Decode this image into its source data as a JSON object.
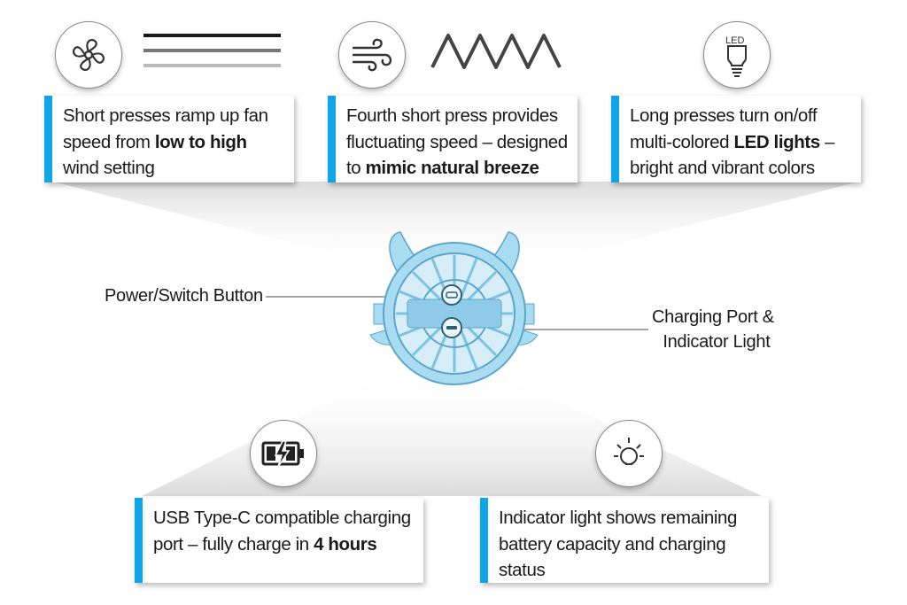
{
  "features": [
    {
      "text_before": "Short presses ramp up fan speed from ",
      "bold": "low to high",
      "text_after": " wind setting",
      "icon": "fan-icon"
    },
    {
      "text_before": "Fourth short press provides fluctuating speed – designed to ",
      "bold": "mimic natural breeze",
      "text_after": "",
      "icon": "wind-icon"
    },
    {
      "text_before": "Long presses turn on/off multi-colored ",
      "bold": "LED lights",
      "text_after": " – bright and vibrant colors",
      "icon": "led-bulb-icon",
      "icon_text": "LED"
    },
    {
      "text_before": "USB Type-C compatible charging port – fully charge in ",
      "bold": "4 hours",
      "text_after": "",
      "icon": "battery-charging-icon"
    },
    {
      "text_before": "Indicator light shows remaining battery capacity and charging status",
      "bold": "",
      "text_after": "",
      "icon": "light-indicator-icon"
    }
  ],
  "callouts": {
    "power_button": "Power/Switch Button",
    "charging_port_line1": "Charging Port &",
    "charging_port_line2": "Indicator Light"
  },
  "colors": {
    "accent": "#0ea5e9",
    "fan_body": "#a9dbf1",
    "fan_dark": "#5ba7cc"
  }
}
